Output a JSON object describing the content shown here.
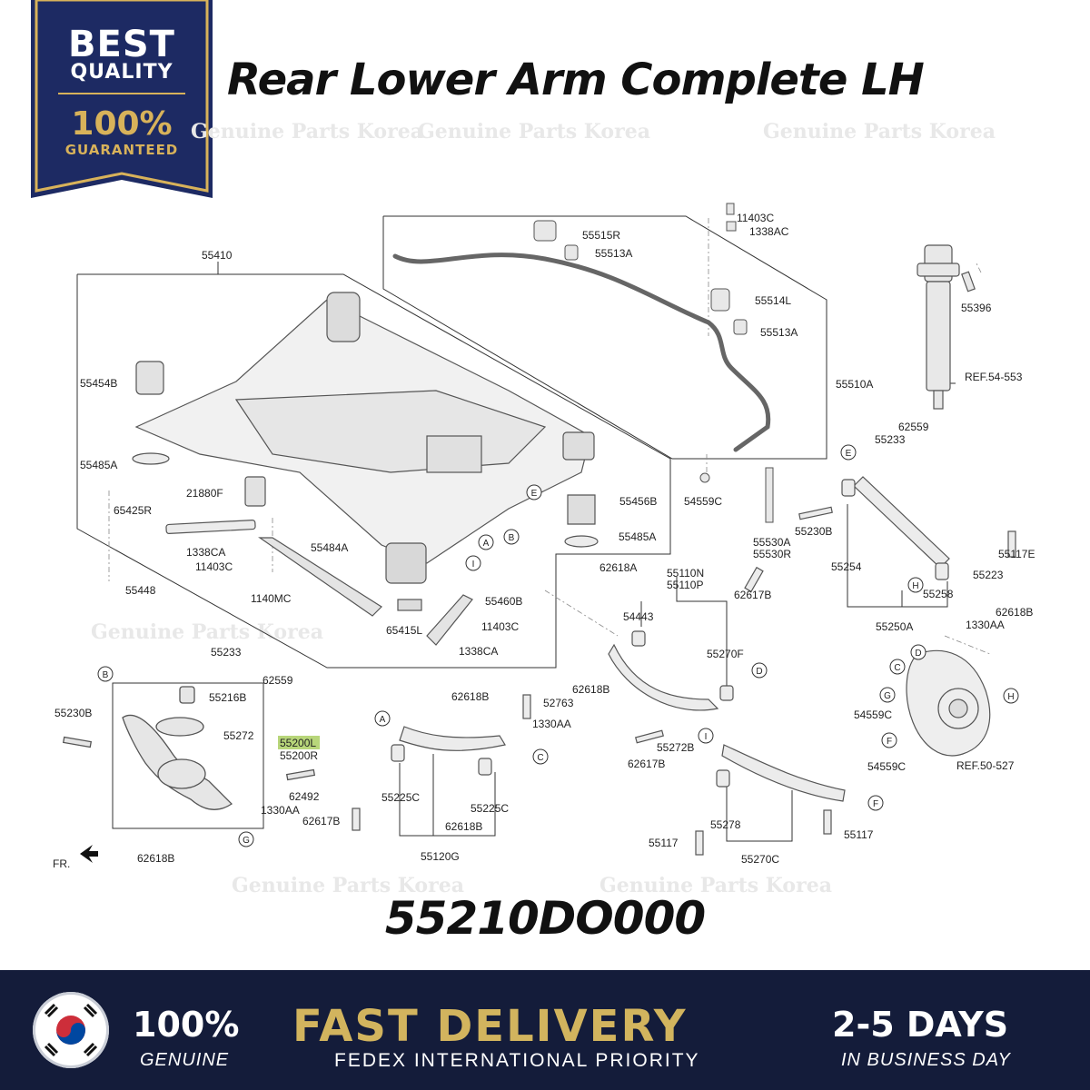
{
  "badge": {
    "line1": "BEST",
    "line2": "QUALITY",
    "line3": "100%",
    "line4": "GUARANTEED"
  },
  "title": "Rear Lower Arm Complete LH",
  "watermark": "Genuine Parts Korea",
  "part_number": "55210DO000",
  "highlight_color": "#b8d67a",
  "labels": {
    "l55410": "55410",
    "l55454B": "55454B",
    "l55485A_l": "55485A",
    "l21880F": "21880F",
    "l65425R": "65425R",
    "l1338CA": "1338CA",
    "l11403C": "11403C",
    "l55484A": "55484A",
    "l55448": "55448",
    "l1140MC": "1140MC",
    "l65415L": "65415L",
    "l55460B": "55460B",
    "l11403C_b": "11403C",
    "l1338CA_b": "1338CA",
    "l55456B": "55456B",
    "l55485A_r": "55485A",
    "l62618A": "62618A",
    "l55515R": "55515R",
    "l55513A_t": "55513A",
    "l11403C_t": "11403C",
    "l1338AC": "1338AC",
    "l55514L": "55514L",
    "l55513A_b": "55513A",
    "l55510A": "55510A",
    "l54559C": "54559C",
    "l55530A": "55530A",
    "l55530R": "55530R",
    "l55396": "55396",
    "lREF54": "REF.54-553",
    "l62559_r": "62559",
    "l55233_r": "55233",
    "l55230B_r": "55230B",
    "l55254": "55254",
    "l55117E": "55117E",
    "l55223": "55223",
    "l55258": "55258",
    "l55250A": "55250A",
    "l55110N": "55110N",
    "l55110P": "55110P",
    "l62617B_t": "62617B",
    "l54443": "54443",
    "l55270F": "55270F",
    "l62618B_m": "62618B",
    "l55272B": "55272B",
    "l62617B_m": "62617B",
    "l55233_l": "55233",
    "l62559_l": "62559",
    "l55216B": "55216B",
    "l55230B_l": "55230B",
    "l55272": "55272",
    "l55200L": "55200L",
    "l55200R": "55200R",
    "l62492": "62492",
    "l1330AA_l": "1330AA",
    "l62617B_l": "62617B",
    "l62618B_l": "62618B",
    "lFR": "FR.",
    "l62618B_c": "62618B",
    "l52763": "52763",
    "l1330AA_c": "1330AA",
    "l55225C_l": "55225C",
    "l55225C_r": "55225C",
    "l62618B_c2": "62618B",
    "l55120G": "55120G",
    "l55117_l": "55117",
    "l55278": "55278",
    "l55270C": "55270C",
    "l55117_r": "55117",
    "l54559C_r": "54559C",
    "l62618B_r": "62618B",
    "l1330AA_r": "1330AA",
    "l54559C_k": "54559C",
    "lREF50": "REF.50-527"
  },
  "callouts": {
    "A": "A",
    "B": "B",
    "C": "C",
    "D": "D",
    "E": "E",
    "F": "F",
    "G": "G",
    "H": "H",
    "I": "I"
  },
  "footer": {
    "genuine_big": "100%",
    "genuine_small": "GENUINE",
    "fast": "FAST DELIVERY",
    "carrier": "FEDEX INTERNATIONAL PRIORITY",
    "days": "2-5 DAYS",
    "days_small": "IN BUSINESS DAY"
  },
  "colors": {
    "navy": "#141c3a",
    "gold": "#d2b45e"
  }
}
